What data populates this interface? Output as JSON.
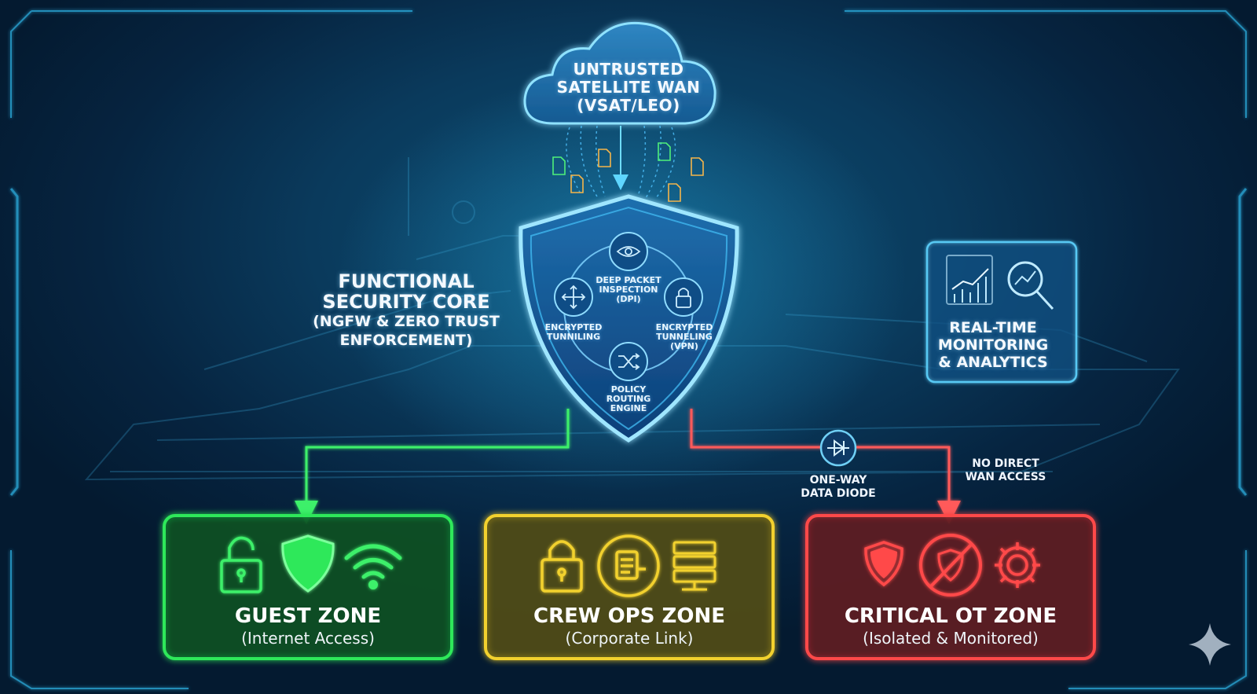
{
  "cloud": {
    "lines": [
      "UNTRUSTED",
      "SATELLITE WAN",
      "(VSAT/LEO)"
    ]
  },
  "security_core": {
    "title_lines": [
      "FUNCTIONAL",
      "SECURITY CORE"
    ],
    "sub_lines": [
      "(NGFW & ZERO TRUST",
      "ENFORCEMENT)"
    ]
  },
  "shield": {
    "dpi_lines": [
      "DEEP PACKET",
      "INSPECTION",
      "(DPI)"
    ],
    "left_lines": [
      "ENCRYPTED",
      "TUNNILING"
    ],
    "right_lines": [
      "ENCRYPTED",
      "TUNNELING",
      "(VPN)"
    ],
    "policy_lines": [
      "POLICY",
      "ROUTING",
      "ENGINE"
    ]
  },
  "monitoring": {
    "lines": [
      "REAL-TIME",
      "MONITORING",
      "& ANALYTICS"
    ]
  },
  "diode": {
    "lines": [
      "ONE-WAY",
      "DATA DIODE"
    ]
  },
  "no_wan": {
    "lines": [
      "NO DIRECT",
      "WAN ACCESS"
    ]
  },
  "zones": [
    {
      "title": "GUEST ZONE",
      "subtitle": "(Internet Access)",
      "color": "#2ee85a"
    },
    {
      "title": "CREW OPS ZONE",
      "subtitle": "(Corporate Link)",
      "color": "#f2d12e"
    },
    {
      "title": "CRITICAL OT ZONE",
      "subtitle": "(Isolated & Monitored)",
      "color": "#ff4a4a"
    }
  ],
  "icons": {
    "guest": [
      "unlocked-padlock-icon",
      "shield-icon",
      "wifi-icon"
    ],
    "crew": [
      "padlock-icon",
      "document-icon",
      "server-rack-icon"
    ],
    "critical": [
      "shield-icon",
      "blocked-icon",
      "gear-icon"
    ],
    "core": [
      "eye-icon",
      "move-arrows-icon",
      "lock-icon",
      "shuffle-icon"
    ],
    "monitoring": [
      "bar-chart-icon",
      "magnifier-trend-icon"
    ]
  },
  "colors": {
    "accent": "#33c8ff",
    "green": "#2ee85a",
    "yellow": "#f2d12e",
    "red": "#ff4a4a"
  }
}
